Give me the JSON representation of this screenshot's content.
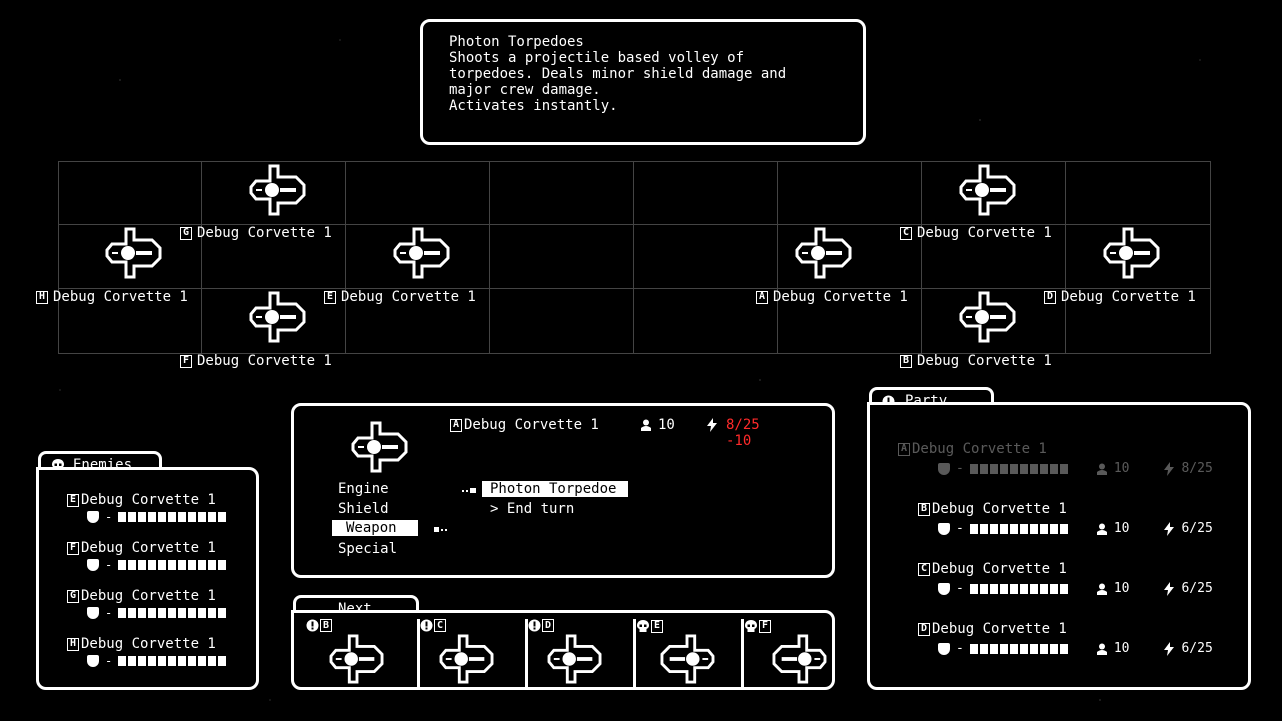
{
  "tooltip": {
    "title": "Photon Torpedoes",
    "lines": [
      "Shoots a projectile based volley of",
      "torpedoes. Deals minor shield damage and",
      "major crew damage.",
      "Activates instantly."
    ]
  },
  "grid": {
    "labels": [
      {
        "letter": "G",
        "name": "Debug Corvette 1"
      },
      {
        "letter": "H",
        "name": "Debug Corvette 1"
      },
      {
        "letter": "E",
        "name": "Debug Corvette 1"
      },
      {
        "letter": "F",
        "name": "Debug Corvette 1"
      },
      {
        "letter": "C",
        "name": "Debug Corvette 1"
      },
      {
        "letter": "A",
        "name": "Debug Corvette 1"
      },
      {
        "letter": "D",
        "name": "Debug Corvette 1"
      },
      {
        "letter": "B",
        "name": "Debug Corvette 1"
      }
    ]
  },
  "enemies": {
    "title": "Enemies",
    "items": [
      {
        "letter": "E",
        "name": "Debug Corvette 1",
        "hp_sep": "-"
      },
      {
        "letter": "F",
        "name": "Debug Corvette 1",
        "hp_sep": "-"
      },
      {
        "letter": "G",
        "name": "Debug Corvette 1",
        "hp_sep": "-"
      },
      {
        "letter": "H",
        "name": "Debug Corvette 1",
        "hp_sep": "-"
      }
    ]
  },
  "center": {
    "ship_letter": "A",
    "ship_name": "Debug Corvette 1",
    "crew": "10",
    "energy": "8/25",
    "energy_cost": "-10",
    "menu": [
      "Engine",
      "Shield",
      "Weapon",
      "Special"
    ],
    "selected_menu": "Weapon",
    "submenu": [
      "Photon Torpedoe",
      "> End turn"
    ]
  },
  "next": {
    "title": "Next",
    "slots": [
      {
        "letter": "B",
        "icon": "info-icon"
      },
      {
        "letter": "C",
        "icon": "info-icon"
      },
      {
        "letter": "D",
        "icon": "info-icon"
      },
      {
        "letter": "E",
        "icon": "skull-icon"
      },
      {
        "letter": "F",
        "icon": "skull-icon"
      }
    ]
  },
  "party": {
    "title": "Party",
    "items": [
      {
        "letter": "A",
        "name": "Debug Corvette 1",
        "crew": "10",
        "energy": "8/25"
      },
      {
        "letter": "B",
        "name": "Debug Corvette 1",
        "crew": "10",
        "energy": "6/25"
      },
      {
        "letter": "C",
        "name": "Debug Corvette 1",
        "crew": "10",
        "energy": "6/25"
      },
      {
        "letter": "D",
        "name": "Debug Corvette 1",
        "crew": "10",
        "energy": "6/25"
      }
    ]
  },
  "colors": {
    "warning": "#ff2a2a",
    "grid": "#444444",
    "fg": "#ffffff"
  }
}
